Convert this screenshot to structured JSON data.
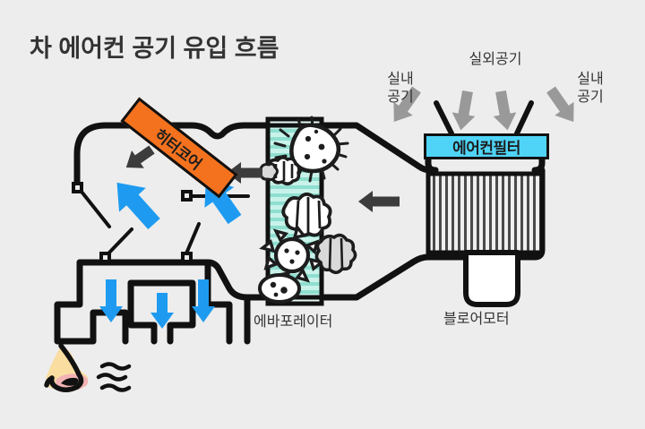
{
  "page": {
    "title": "차 에어컨 공기 유입 흐름",
    "background_color": "#ededed"
  },
  "colors": {
    "background": "#ededed",
    "outline": "#111111",
    "heater_core_orange": "#f4721e",
    "filter_cyan": "#4fd4f7",
    "evaporator_mint": "#b9efe4",
    "blue_arrow": "#1e9bf0",
    "gray_arrow": "#999999",
    "dark_arrow": "#3c3c3c",
    "nose_skin": "#fadda0",
    "nostril_pink": "#f4b3b3",
    "germ_white": "#ffffff",
    "germ_gray": "#d9d9d9",
    "title_text": "#333333"
  },
  "labels": {
    "heater_core": "히터코어",
    "ac_filter": "에어컨필터",
    "evaporator": "에바포레이터",
    "blower_motor": "블로어모터",
    "indoor_air_left": "실내\n공기",
    "indoor_air_right": "실내\n공기",
    "outdoor_air": "실외공기"
  },
  "components": [
    {
      "name": "ac-filter",
      "label": "에어컨필터",
      "color": "#4fd4f7",
      "shape": "rect-outlined"
    },
    {
      "name": "blower-motor",
      "label": "블로어모터",
      "color": "#ffffff",
      "shape": "striped-rect"
    },
    {
      "name": "evaporator",
      "label": "에바포레이터",
      "color": "#b9efe4",
      "shape": "striped-rect-vertical"
    },
    {
      "name": "heater-core",
      "label": "히터코어",
      "color": "#f4721e",
      "shape": "rotated-rect"
    },
    {
      "name": "nose",
      "label": "",
      "color": "#fadda0",
      "shape": "illustration"
    }
  ],
  "airflow": {
    "intake_arrows": 4,
    "intake_arrow_color": "#999999",
    "duct_arrows_color": "#3c3c3c",
    "outlet_arrows_color": "#1e9bf0",
    "outlet_arrow_count": 3,
    "diagonal_arrow_count": 2
  },
  "contaminants": {
    "count": 6,
    "kinds": [
      "bacterium",
      "mold-blob",
      "mold-blob",
      "virus",
      "mold-blob",
      "cell-oval"
    ]
  }
}
